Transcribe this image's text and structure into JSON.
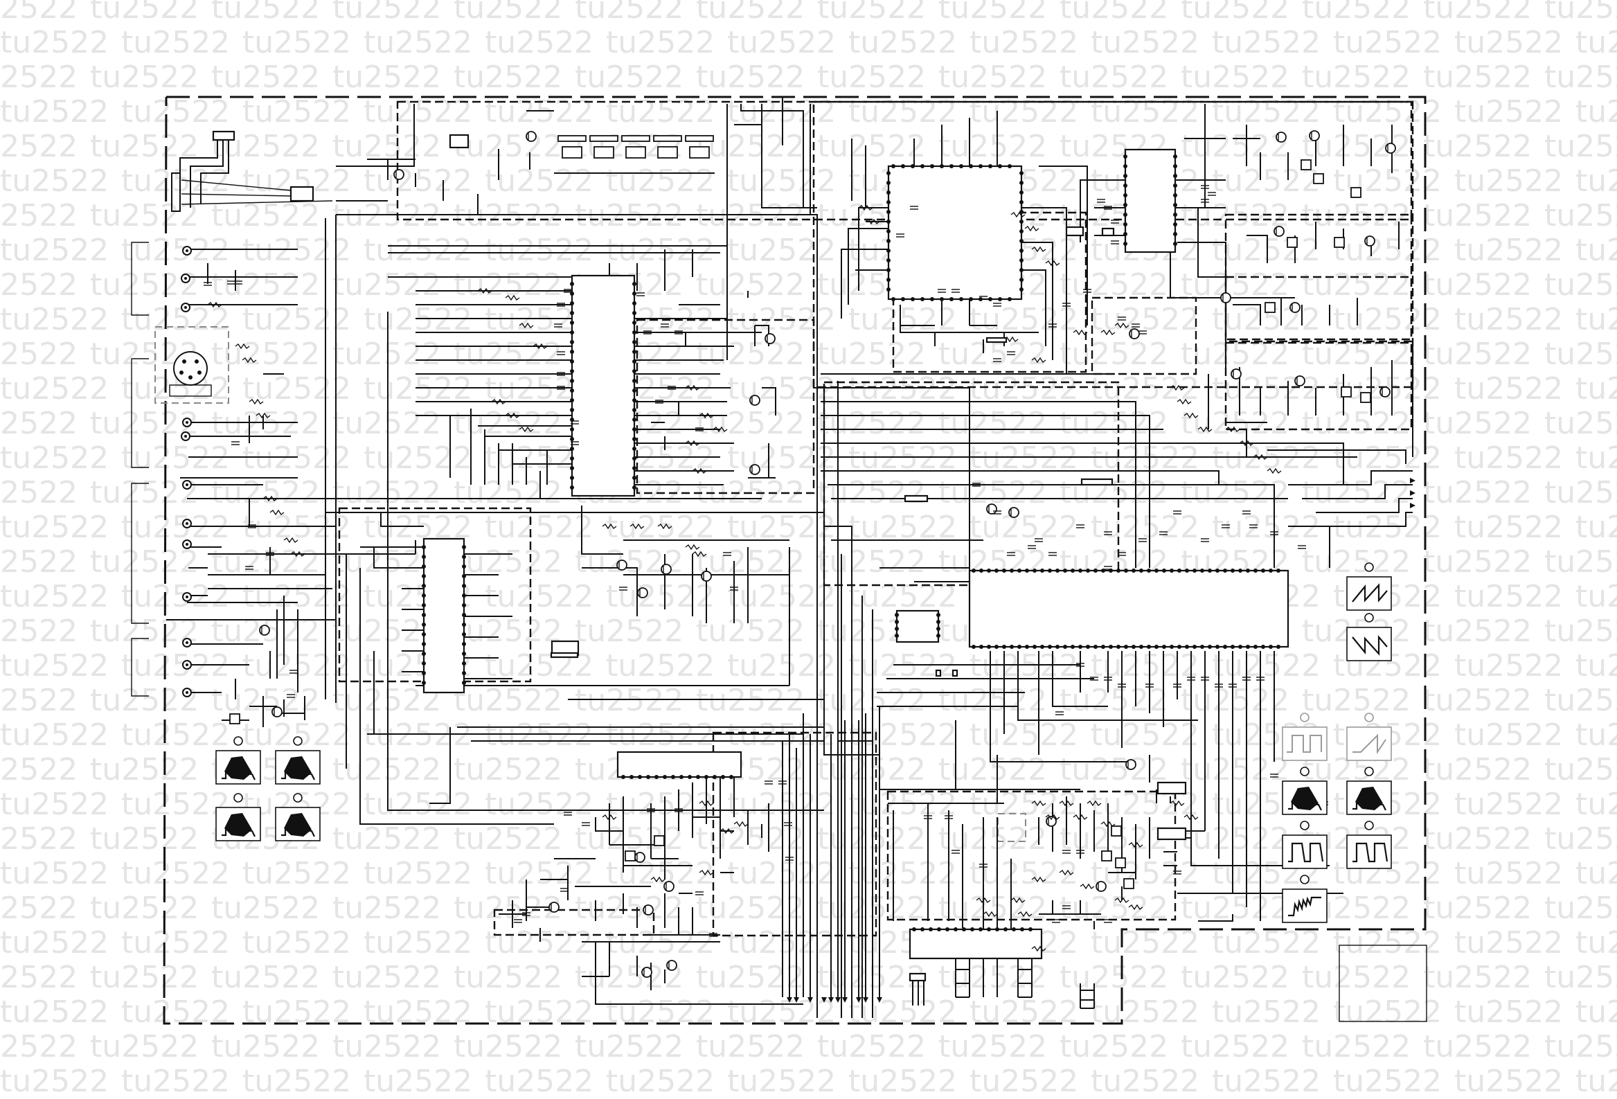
{
  "watermark": {
    "text": "tu2522",
    "color": "#e4e4e4"
  },
  "diagram": {
    "type": "electronic circuit schematic",
    "line_color": "#111111",
    "background": "#ffffff"
  },
  "icons": {
    "transistor": "transistor-symbol",
    "ic": "integrated-circuit-symbol",
    "scope": "oscilloscope-waveform-icon",
    "jack": "input-jack-symbol"
  }
}
